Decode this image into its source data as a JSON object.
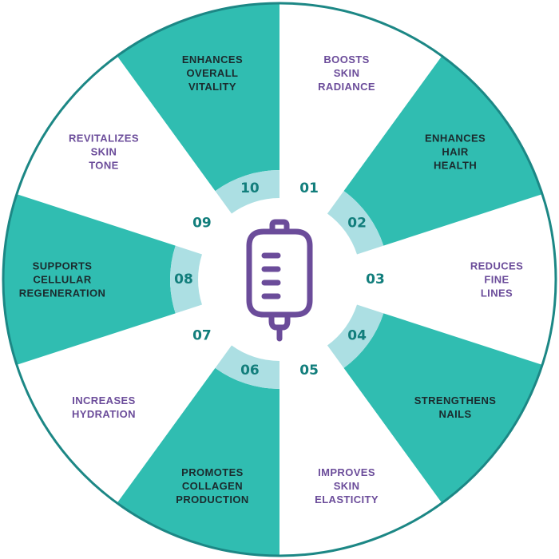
{
  "colors": {
    "teal": "#30bdb1",
    "light_teal": "#acdfe3",
    "dark_teal": "#127e7c",
    "purple": "#6b4c9a",
    "dark_text": "#1b2b2e",
    "border": "#1c8785"
  },
  "center_icon": "iv-bag-icon",
  "segments": [
    {
      "number": "01",
      "lines": [
        "BOOSTS",
        "SKIN",
        "RADIANCE"
      ],
      "filled": false
    },
    {
      "number": "02",
      "lines": [
        "ENHANCES",
        "HAIR",
        "HEALTH"
      ],
      "filled": true
    },
    {
      "number": "03",
      "lines": [
        "REDUCES",
        "FINE",
        "LINES"
      ],
      "filled": false
    },
    {
      "number": "04",
      "lines": [
        "STRENGTHENS",
        "NAILS"
      ],
      "filled": true
    },
    {
      "number": "05",
      "lines": [
        "IMPROVES",
        "SKIN",
        "ELASTICITY"
      ],
      "filled": false
    },
    {
      "number": "06",
      "lines": [
        "PROMOTES",
        "COLLAGEN",
        "PRODUCTION"
      ],
      "filled": true
    },
    {
      "number": "07",
      "lines": [
        "INCREASES",
        "HYDRATION"
      ],
      "filled": false
    },
    {
      "number": "08",
      "lines": [
        "SUPPORTS",
        "CELLULAR",
        "REGENERATION"
      ],
      "filled": true
    },
    {
      "number": "09",
      "lines": [
        "REVITALIZES",
        "SKIN",
        "TONE"
      ],
      "filled": false
    },
    {
      "number": "10",
      "lines": [
        "ENHANCES",
        "OVERALL",
        "VITALITY"
      ],
      "filled": true
    }
  ]
}
